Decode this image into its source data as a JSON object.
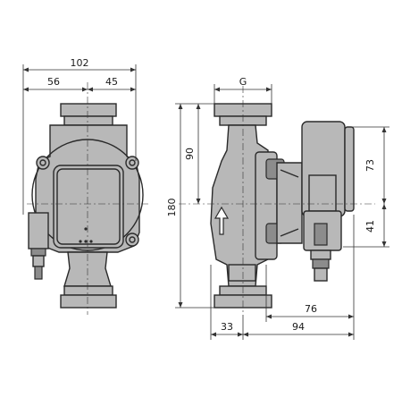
{
  "dimensions": {
    "front_total_width": "102",
    "front_left_half": "56",
    "front_right_half": "45",
    "port_size": "G",
    "height_total": "180",
    "height_half": "90",
    "motor_upper": "73",
    "motor_lower": "41",
    "depth_left": "33",
    "depth_right": "94",
    "depth_box": "76"
  },
  "colors": {
    "housing": "#b8b8b8",
    "dark_part": "#8c8c8c",
    "line": "#2a2a2a"
  }
}
